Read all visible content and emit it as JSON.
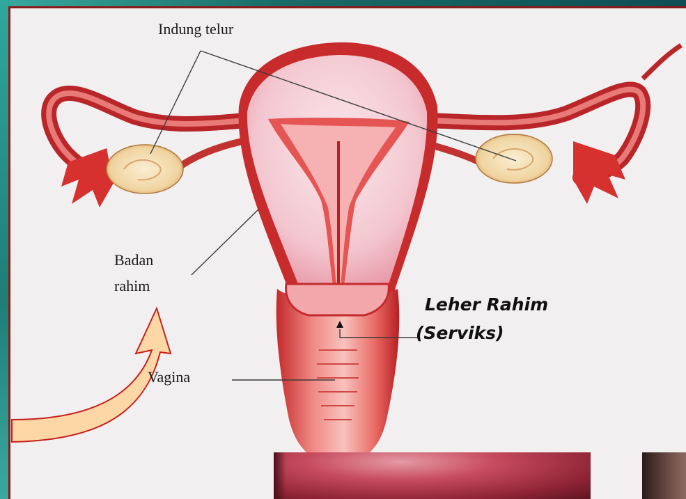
{
  "labels": {
    "ovary": "Indung telur",
    "uterus_body_line1": "Badan",
    "uterus_body_line2": "rahim",
    "cervix_line1": "Leher Rahim",
    "cervix_line2": "(Serviks)",
    "vagina": "Vagina"
  },
  "colors": {
    "card_background": "#f1efef",
    "tissue_red": "#c92a2a",
    "tissue_pink": "#f3c6cf",
    "ovary_yellow": "#f4ddb0",
    "arrow_fill": "#fdd7a6",
    "arrow_stroke": "#c8201c",
    "frame_teal": "#2fa79c"
  },
  "icons": [
    "curved-arrow-icon",
    "small-up-arrow-icon"
  ]
}
